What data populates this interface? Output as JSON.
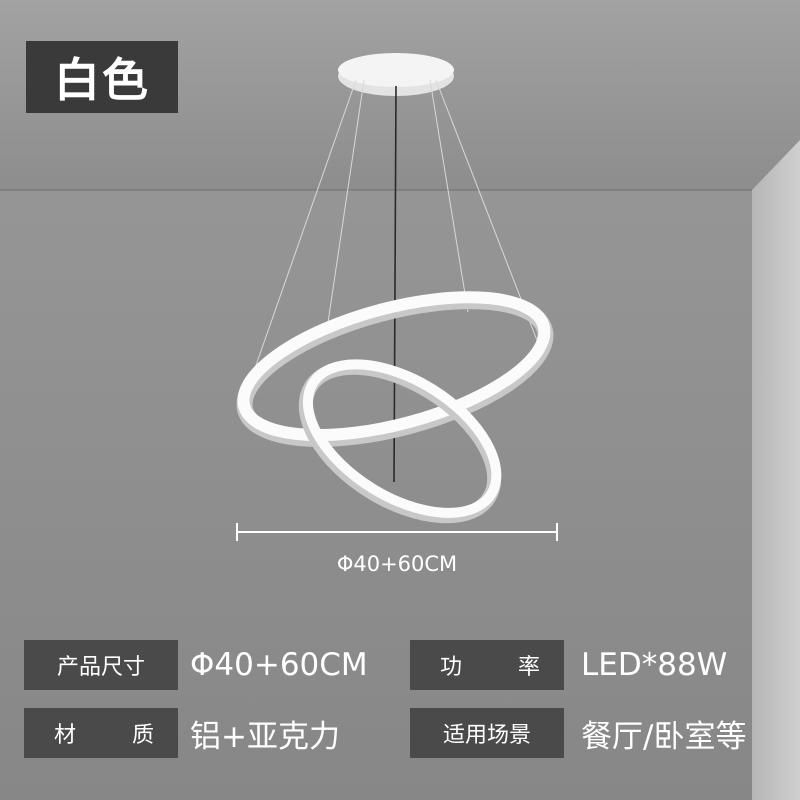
{
  "color_tag": "白色",
  "dimension_label": "Φ40+60CM",
  "specs": [
    {
      "label": "产品尺寸",
      "label_chars": [
        "产品尺寸"
      ],
      "value": "Φ40+60CM"
    },
    {
      "label": "功率",
      "label_chars": [
        "功",
        "率"
      ],
      "value": "LED*88W"
    },
    {
      "label": "材质",
      "label_chars": [
        "材",
        "质"
      ],
      "value": "铝+亚克力"
    },
    {
      "label": "适用场景",
      "label_chars": [
        "适用场景"
      ],
      "value": "餐厅/卧室等"
    }
  ],
  "colors": {
    "tag_background": "#3a3a3a",
    "label_background": "#4a4a4a",
    "ring": "#ffffff",
    "wall": "#8f8f8f",
    "ceiling": "#9c9c9c"
  }
}
